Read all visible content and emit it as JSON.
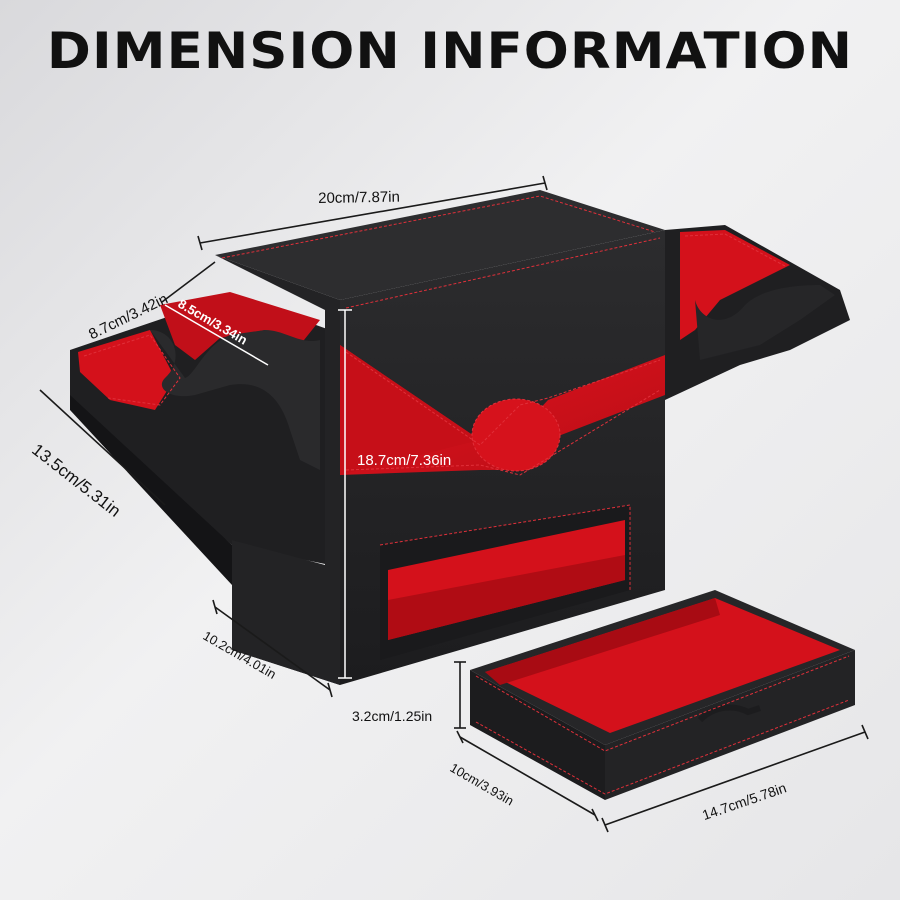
{
  "title": "DIMENSION INFORMATION",
  "colors": {
    "background": "#eeeeef",
    "leather": "#262628",
    "accent": "#d4111b",
    "stitch": "#e0303a"
  },
  "dimensions": {
    "width": "20cm/7.87in",
    "lid_depth": "8.7cm/3.42in",
    "inner_depth": "8.5cm/3.34in",
    "height": "18.7cm/7.36in",
    "side_depth": "13.5cm/5.31in",
    "base_depth": "10.2cm/4.01in",
    "tray_height": "3.2cm/1.25in",
    "tray_depth": "10cm/3.93in",
    "tray_width": "14.7cm/5.78in"
  }
}
